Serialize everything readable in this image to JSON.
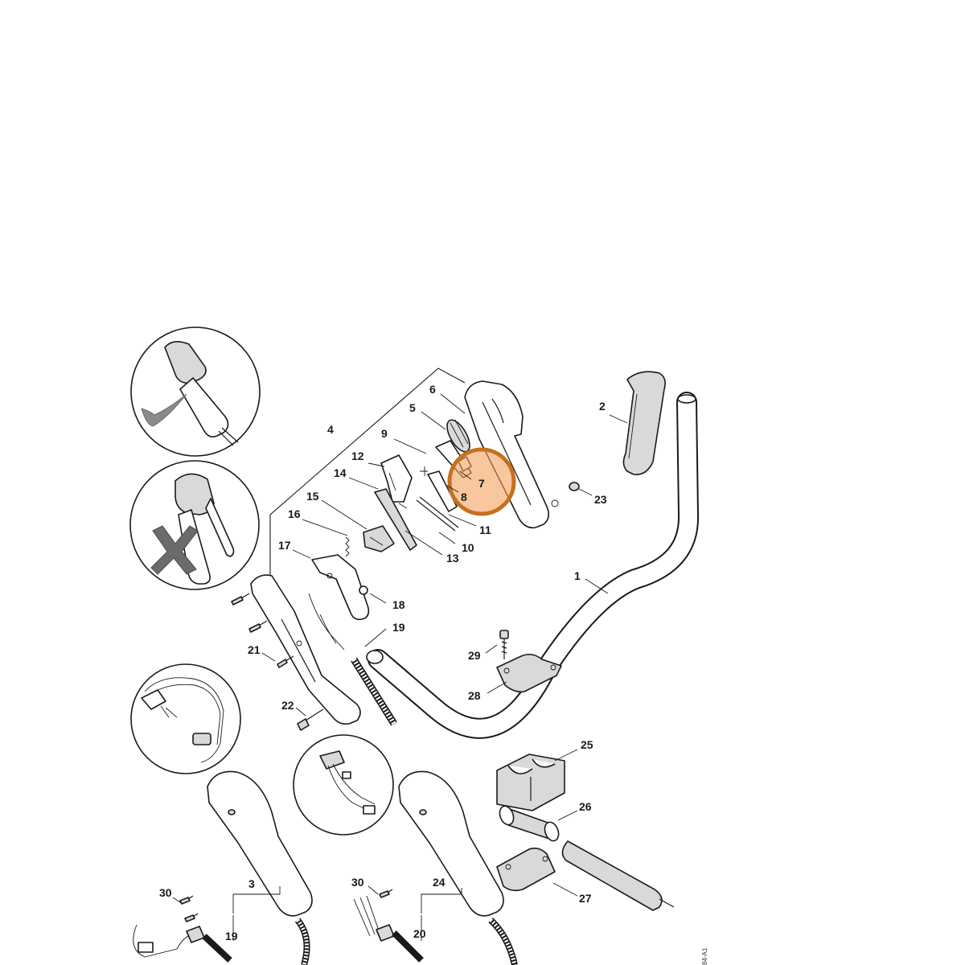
{
  "diagram": {
    "drawing_number": "84-A1",
    "callouts": [
      {
        "id": "c1",
        "text": "1"
      },
      {
        "id": "c2",
        "text": "2"
      },
      {
        "id": "c3",
        "text": "3"
      },
      {
        "id": "c4",
        "text": "4"
      },
      {
        "id": "c5",
        "text": "5"
      },
      {
        "id": "c6",
        "text": "6"
      },
      {
        "id": "c7",
        "text": "7"
      },
      {
        "id": "c8",
        "text": "8"
      },
      {
        "id": "c9",
        "text": "9"
      },
      {
        "id": "c10",
        "text": "10"
      },
      {
        "id": "c11",
        "text": "11"
      },
      {
        "id": "c12",
        "text": "12"
      },
      {
        "id": "c13",
        "text": "13"
      },
      {
        "id": "c14",
        "text": "14"
      },
      {
        "id": "c15",
        "text": "15"
      },
      {
        "id": "c16",
        "text": "16"
      },
      {
        "id": "c17",
        "text": "17"
      },
      {
        "id": "c18",
        "text": "18"
      },
      {
        "id": "c19a",
        "text": "19"
      },
      {
        "id": "c19b",
        "text": "19"
      },
      {
        "id": "c20",
        "text": "20"
      },
      {
        "id": "c21",
        "text": "21"
      },
      {
        "id": "c22",
        "text": "22"
      },
      {
        "id": "c23",
        "text": "23"
      },
      {
        "id": "c24",
        "text": "24"
      },
      {
        "id": "c25",
        "text": "25"
      },
      {
        "id": "c26",
        "text": "26"
      },
      {
        "id": "c27",
        "text": "27"
      },
      {
        "id": "c28",
        "text": "28"
      },
      {
        "id": "c29",
        "text": "29"
      },
      {
        "id": "c30a",
        "text": "30"
      },
      {
        "id": "c30b",
        "text": "30"
      }
    ],
    "highlight": {
      "color": "#f5a25d",
      "ring_color": "#c8701e",
      "target": "7"
    },
    "colors": {
      "line": "#1a1a1a",
      "part_grey": "#d9d9d9",
      "check_grey": "#8a8a8a",
      "cross_grey": "#6b6b6b"
    }
  }
}
